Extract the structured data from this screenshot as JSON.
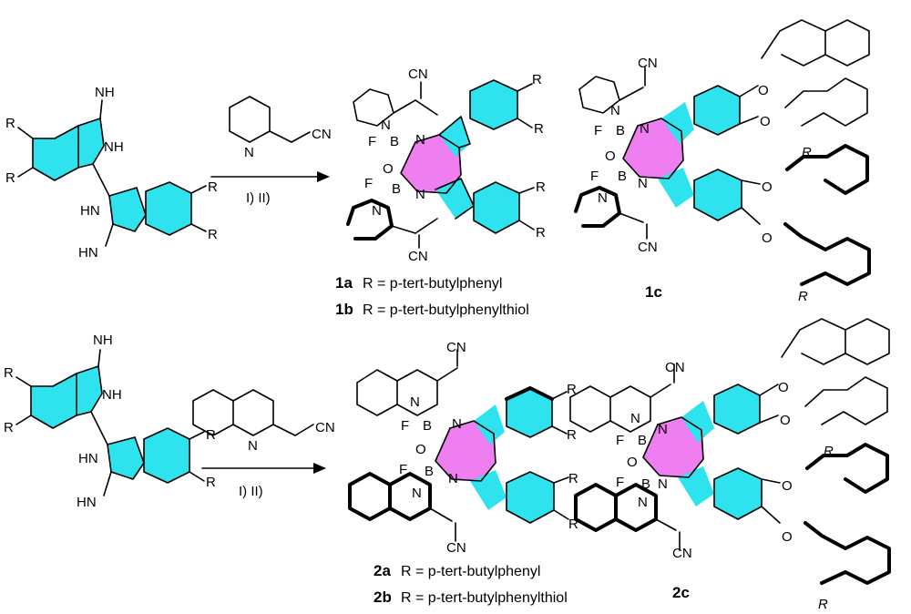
{
  "atoms": {
    "imine_nh": "NH",
    "ring_nh": "NH",
    "ring_hn": "HN",
    "imine_hn": "HN",
    "r": "R",
    "n": "N",
    "o": "O",
    "b": "B",
    "f": "F",
    "cn": "CN"
  },
  "reagents": {
    "top_conditions": "I) II)",
    "bottom_conditions": "I) II)"
  },
  "labels": {
    "c1a_num": "1a",
    "c1a_txt": "R = p-tert-butylphenyl",
    "c1b_num": "1b",
    "c1b_txt": "R = p-tert-butylphenylthiol",
    "c1c_num": "1c",
    "c2a_num": "2a",
    "c2a_txt": "R = p-tert-butylphenyl",
    "c2b_num": "2b",
    "c2b_txt": "R = p-tert-butylphenylthiol",
    "c2c_num": "2c"
  },
  "colors": {
    "cyan_fill": "#2fe3ee",
    "pink_fill": "#ef7ef0",
    "ink": "#000000"
  }
}
